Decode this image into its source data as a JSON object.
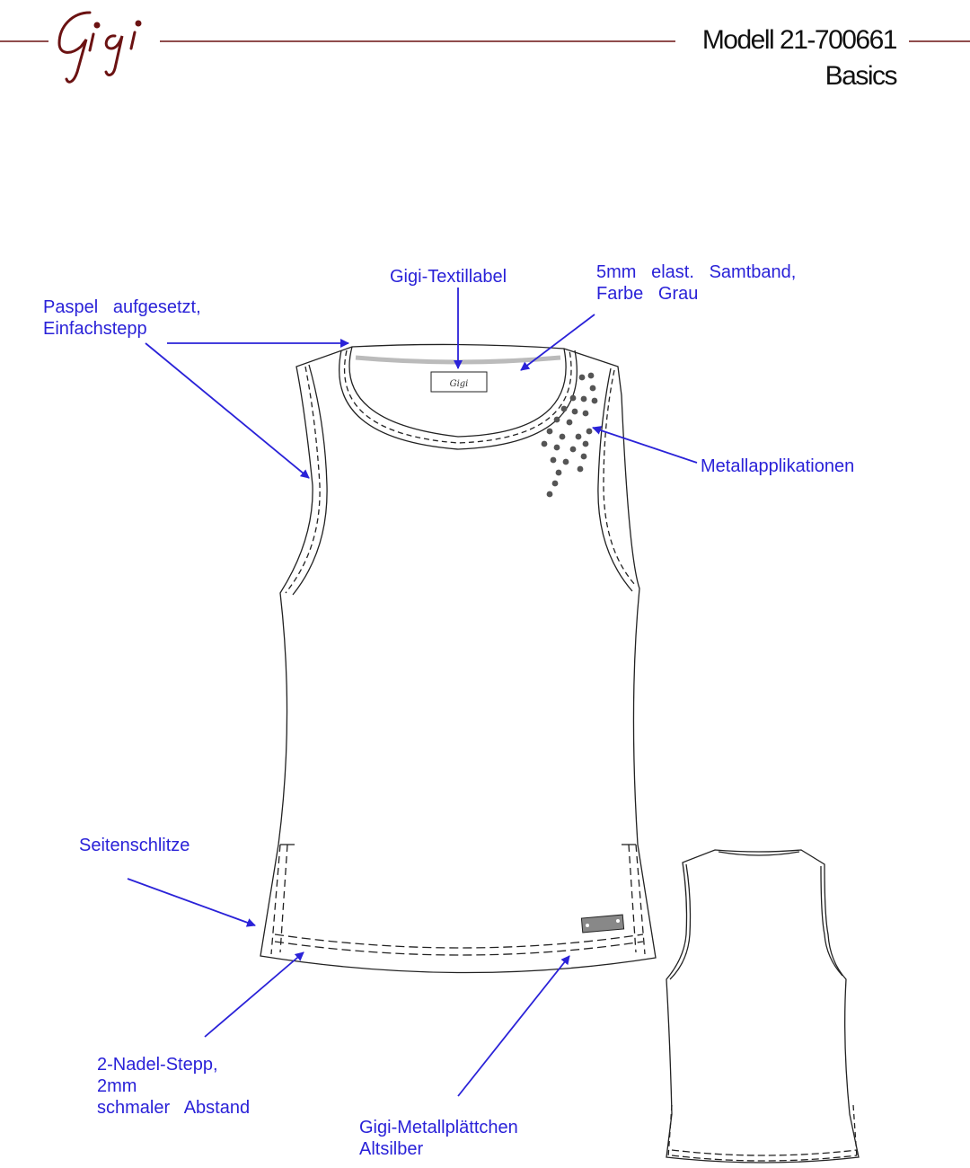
{
  "header": {
    "brand": "Gigi",
    "model": "Modell 21-700661",
    "collection": "Basics"
  },
  "label_tag_text": "Gigi",
  "callouts": {
    "piping": "Paspel   aufgesetzt,\nEinfachstepp",
    "textile_label": "Gigi-Textillabel",
    "velvet_band": "5mm   elast.   Samtband,\nFarbe   Grau",
    "metal_applications": "Metallapplikationen",
    "side_slits": "Seitenschlitze",
    "double_needle": "2-Nadel-Stepp,\n2mm\nschmaler   Abstand",
    "metal_plate": "Gigi-Metallplättchen\nAltsilber"
  },
  "colors": {
    "brand": "#6b1212",
    "callout": "#2a22d8",
    "line": "#222222",
    "dots": "#555555",
    "band": "#bbbbbb"
  }
}
